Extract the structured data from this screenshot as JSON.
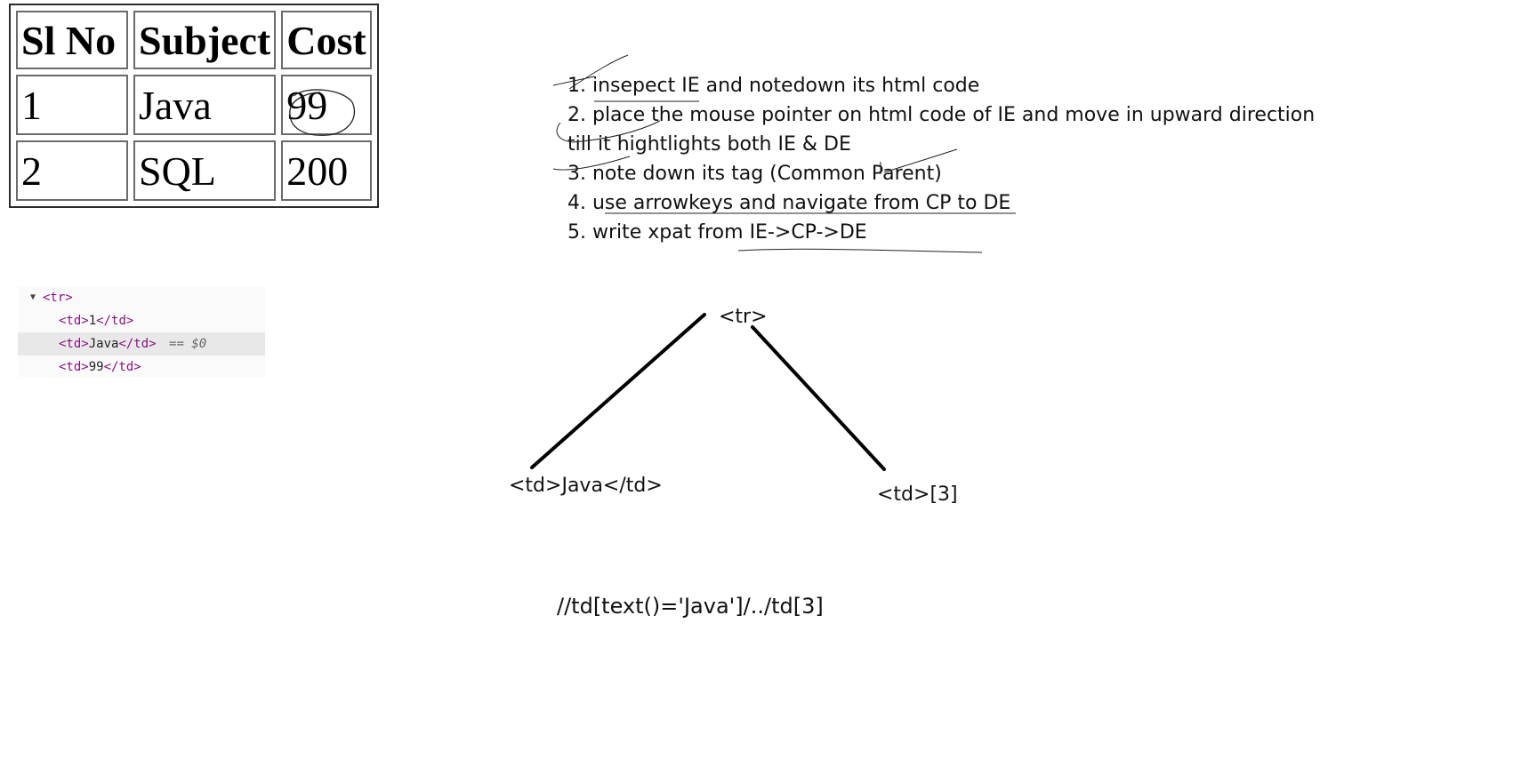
{
  "table": {
    "headers": [
      "Sl No",
      "Subject",
      "Cost"
    ],
    "rows": [
      [
        "1",
        "Java",
        "99"
      ],
      [
        "2",
        "SQL",
        "200"
      ]
    ]
  },
  "devtools": {
    "parent_open": "<tr>",
    "lines": [
      {
        "open": "<td>",
        "text": "1",
        "close": "</td>",
        "suffix": ""
      },
      {
        "open": "<td>",
        "text": "Java",
        "close": "</td>",
        "suffix": "== $0"
      },
      {
        "open": "<td>",
        "text": "99",
        "close": "</td>",
        "suffix": ""
      }
    ]
  },
  "steps": {
    "s1": "1. insepect IE and notedown its html code",
    "s2": "2. place the mouse pointer on html code of IE and move in upward direction",
    "s2b": "till it hightlights both IE & DE",
    "s3": "3. note down its tag (Common Parent)",
    "s4": "4. use arrowkeys and navigate from CP to DE",
    "s5": "5. write xpat from IE->CP->DE"
  },
  "tree": {
    "root": "<tr>",
    "left": "<td>Java</td>",
    "right": "<td>[3]"
  },
  "xpath": "//td[text()='Java']/../td[3]"
}
